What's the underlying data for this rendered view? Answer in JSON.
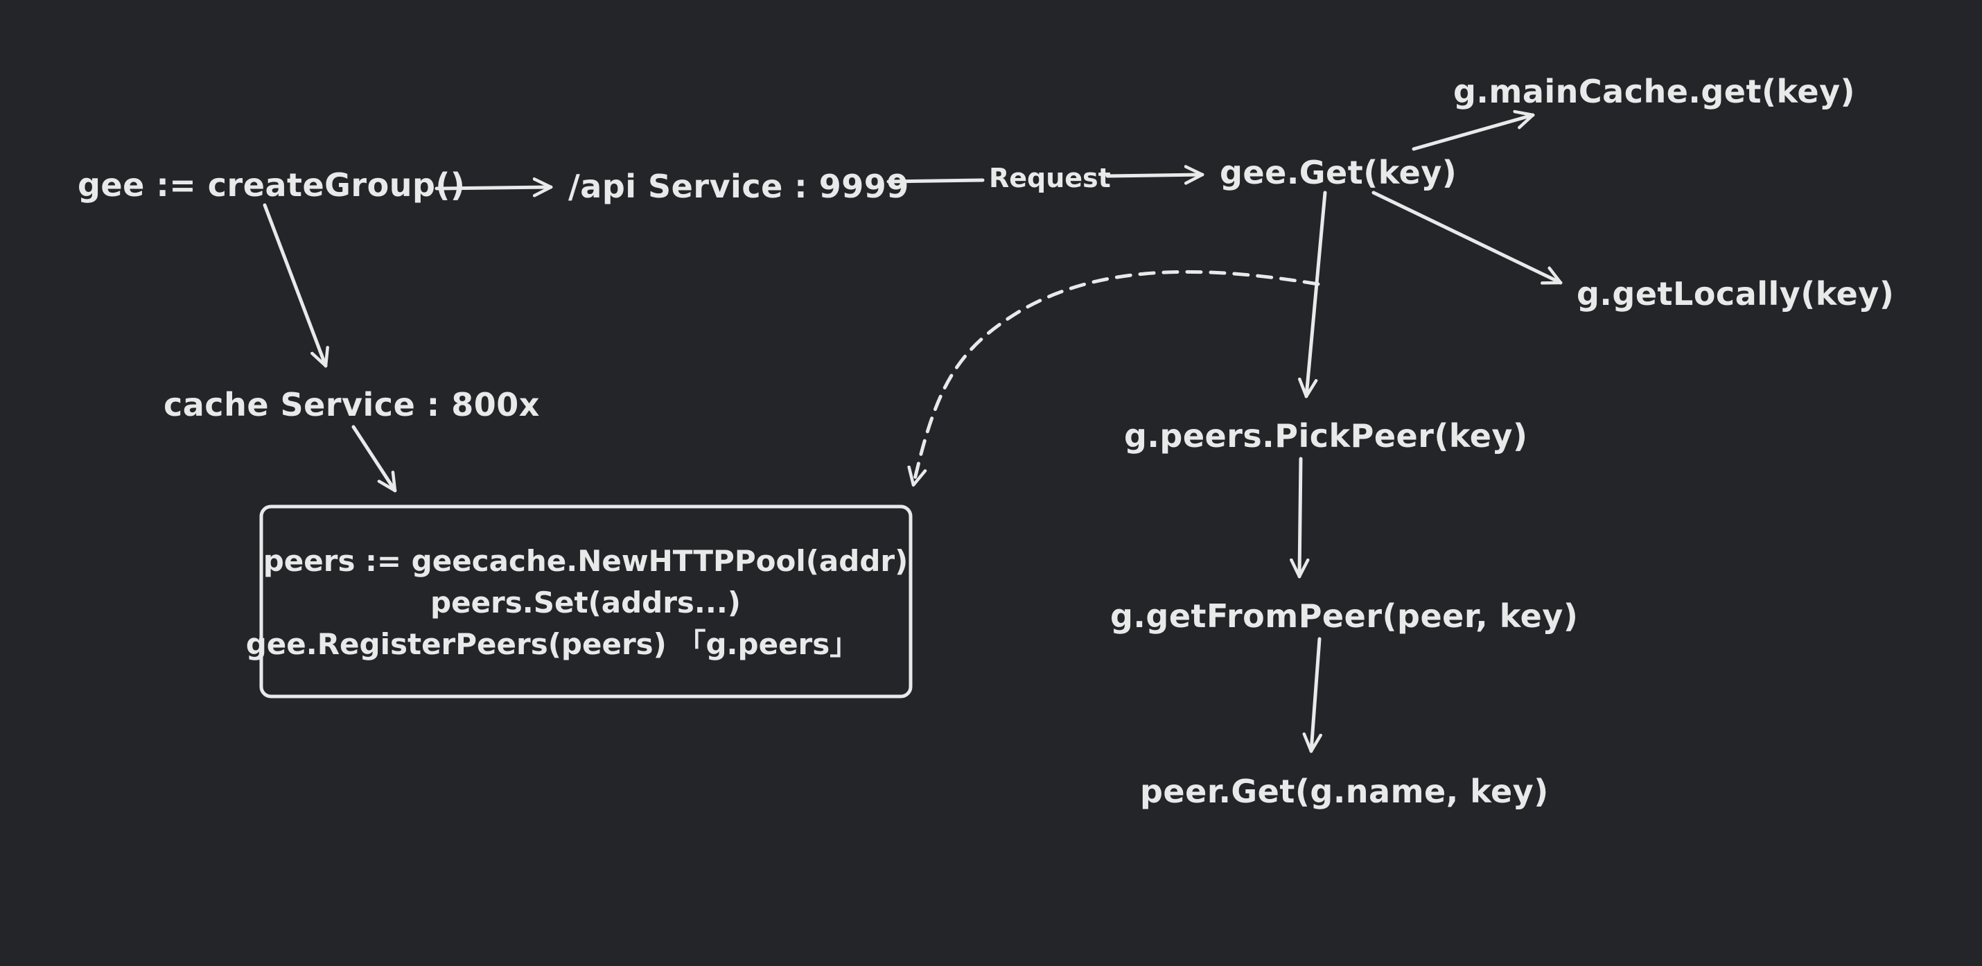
{
  "colors": {
    "background": "#232529",
    "ink": "#e9e9ea"
  },
  "nodes": {
    "create_group": "gee := createGroup()",
    "api_service": "/api Service : 9999",
    "gee_get": "gee.Get(key)",
    "main_cache_get": "g.mainCache.get(key)",
    "get_locally": "g.getLocally(key)",
    "cache_service": "cache Service : 800x",
    "pick_peer": "g.peers.PickPeer(key)",
    "get_from_peer": "g.getFromPeer(peer, key)",
    "peer_get": "peer.Get(g.name, key)"
  },
  "edge_labels": {
    "request": "Request"
  },
  "setup_box": {
    "line1": "peers := geecache.NewHTTPPool(addr)",
    "line2": "peers.Set(addrs...)",
    "line3": "gee.RegisterPeers(peers)  「g.peers」"
  }
}
